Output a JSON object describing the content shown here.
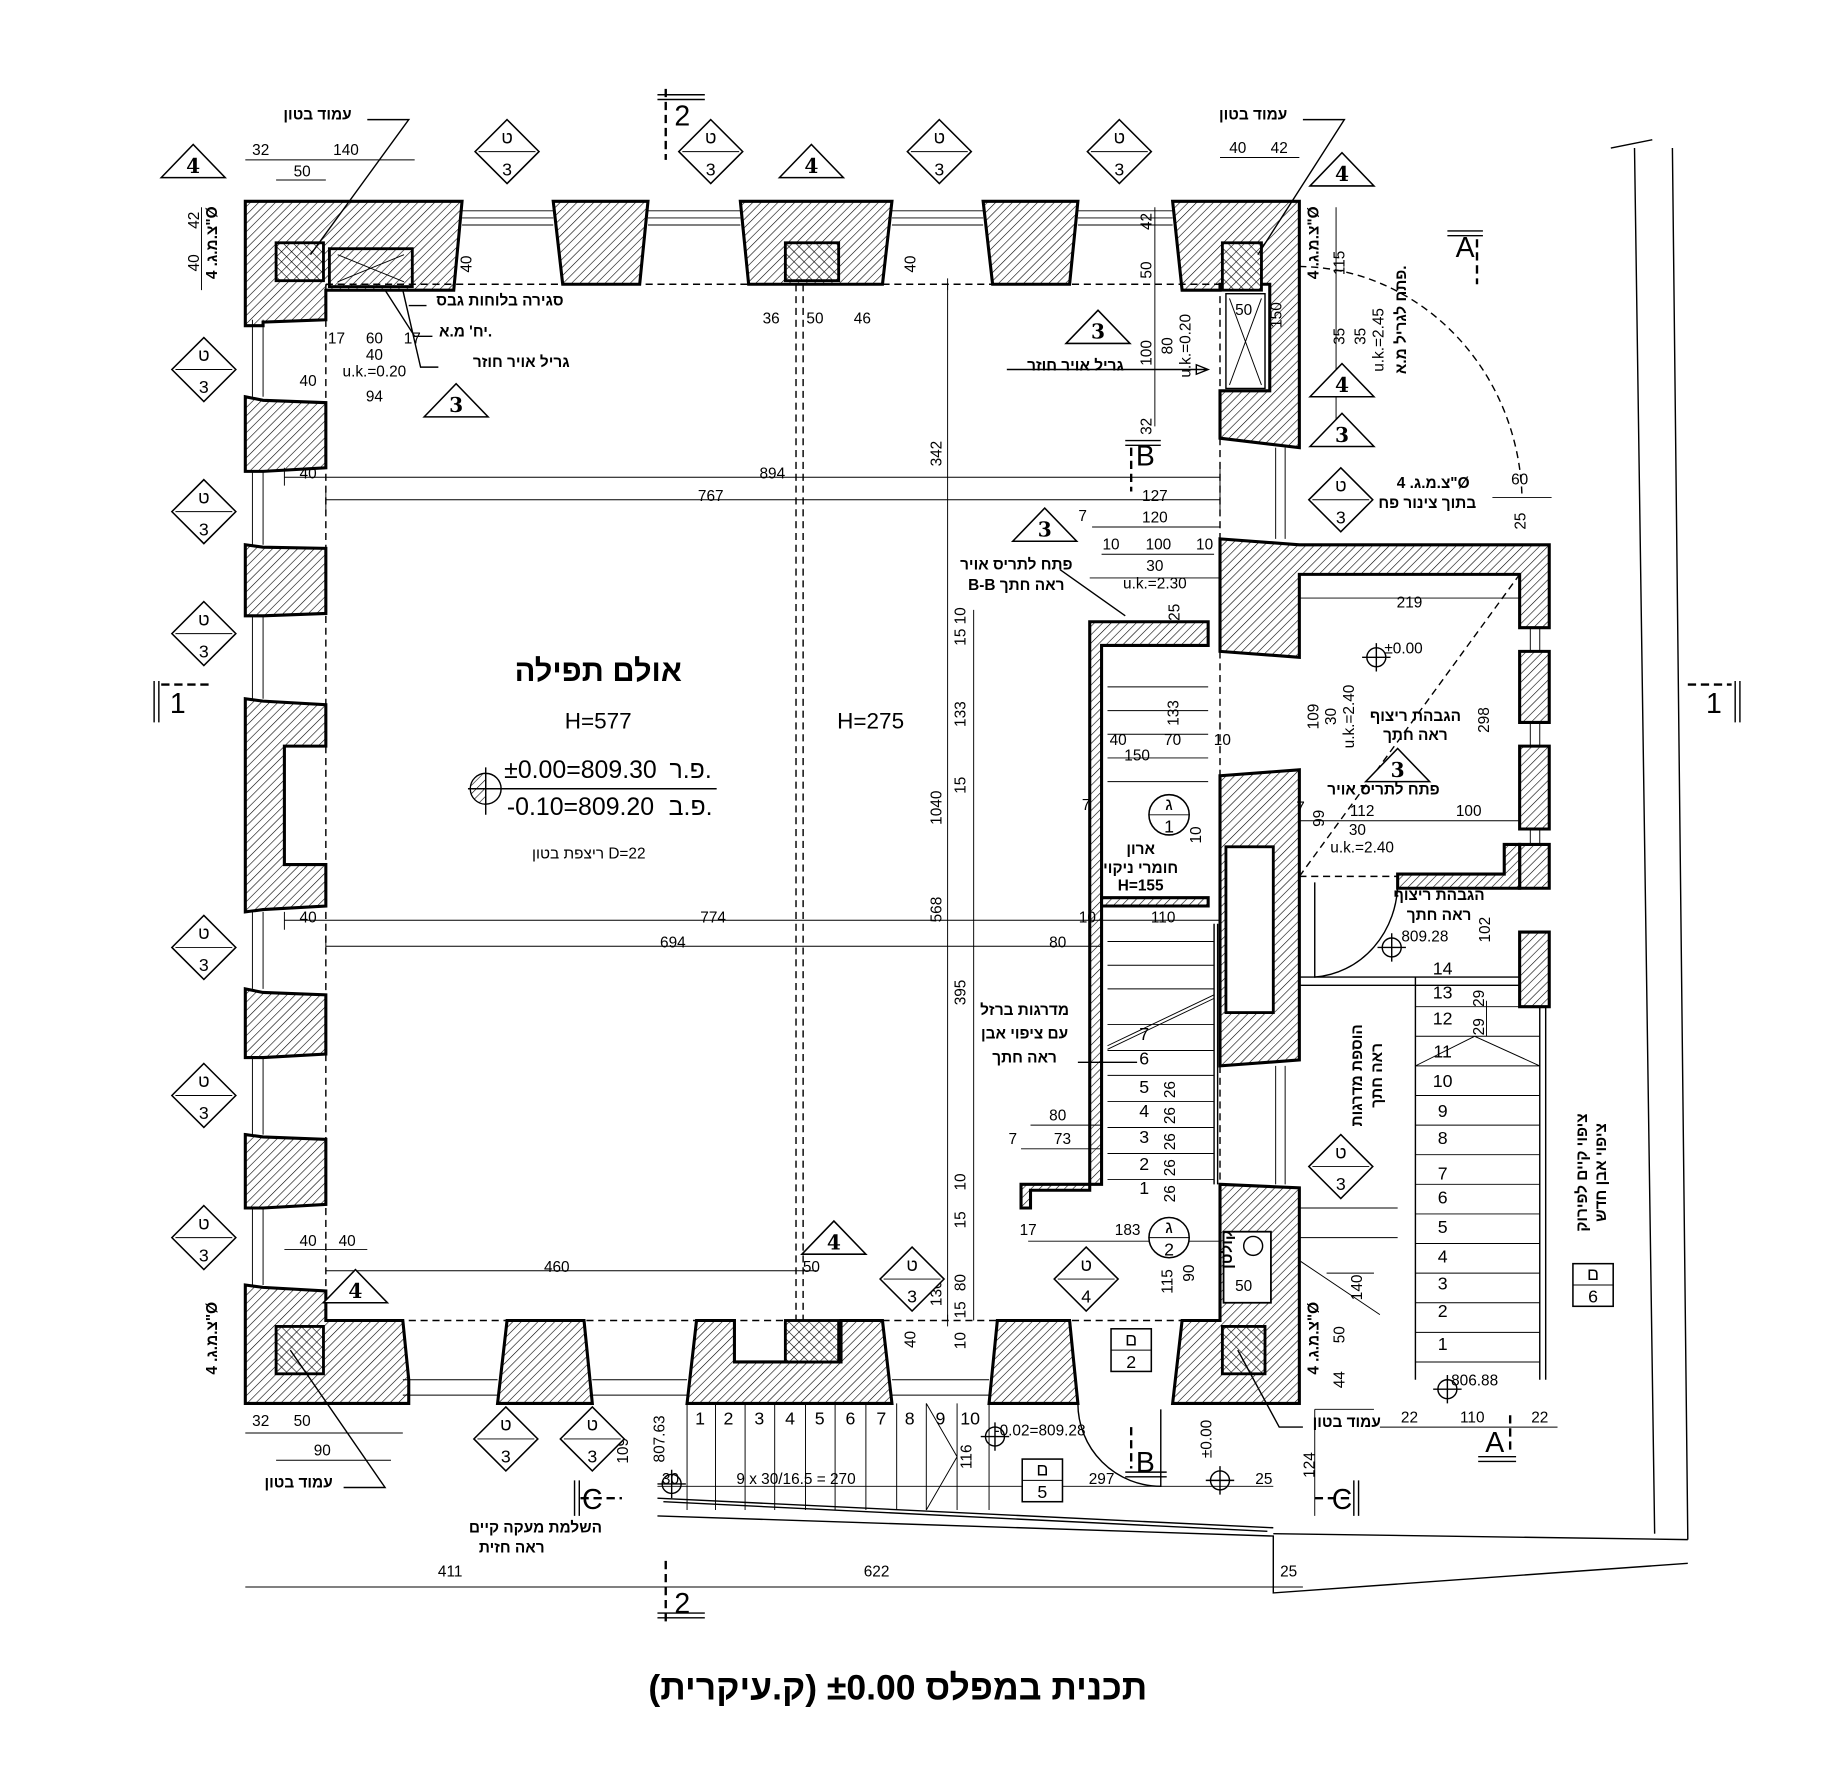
{
  "drawing_title": "תכנית  במפלס ±0.00 (ק.עיקרית)",
  "room": {
    "name": "אולם תפילה",
    "height": "H=577",
    "finish_level_label": "פ.ר.",
    "finish_level": "±0.00=809.30",
    "structure_level_label": "פ.ב.",
    "structure_level": "-0.10=809.20",
    "floor_type": "ריצפת בטון D=22",
    "beam_height": "H=275"
  },
  "dimensions": [
    "32",
    "140",
    "50",
    "42",
    "40",
    "40",
    "42",
    "17",
    "60",
    "17",
    "40",
    "u.k.=0.20",
    "40",
    "94",
    "40",
    "36",
    "50",
    "46",
    "40",
    "42",
    "50",
    "100",
    "80",
    "u.k.=0.20",
    "32",
    "50",
    "150",
    "115",
    "35",
    "35",
    "u.k.=2.45",
    "342",
    "1040",
    "568",
    "395",
    "133",
    "15",
    "10",
    "15",
    "10",
    "15",
    "130",
    "80",
    "15",
    "10",
    "40",
    "40",
    "894",
    "767",
    "127",
    "120",
    "7",
    "10",
    "100",
    "10",
    "30",
    "u.k.=2.30",
    "40",
    "774",
    "694",
    "80",
    "10",
    "110",
    "40",
    "40",
    "460",
    "50",
    "183",
    "17",
    "115",
    "90",
    "50",
    "140",
    "50",
    "44",
    "40",
    "70",
    "150",
    "10",
    "133",
    "25",
    "10",
    "7",
    "80",
    "73",
    "7",
    "26",
    "26",
    "26",
    "26",
    "26",
    "219",
    "298",
    "109",
    "30",
    "u.k.=2.40",
    "112",
    "100",
    "7",
    "99",
    "30",
    "u.k.=2.40",
    "102",
    "29",
    "29",
    "60",
    "25",
    "22",
    "110",
    "22",
    "32",
    "50",
    "90",
    "109",
    "30",
    "9 x 30/16.5 = 270",
    "116",
    "297",
    "25",
    "124",
    "411",
    "622",
    "25"
  ],
  "levels": [
    "±0.00",
    "809.28",
    "806.88",
    "-0.02=809.28",
    "807.63",
    "±0.00"
  ],
  "notes": [
    "עמוד בטון",
    "עמוד בטון",
    "עמוד בטון",
    "עמוד בטון",
    "סגירה בלוחות גבס",
    "יח' מ.א.",
    "גריל אויר חוזר",
    "גריל אויר חוזר",
    "פתח לתריס אויר",
    "B-B ראה חתך",
    "ארון",
    "חומרי ניקוי",
    "H=155",
    "מדרגות ברזל",
    "עם ציפוי אבן",
    "ראה חתך",
    "הגבהת ריצוף",
    "ראה חתך",
    "פתח לתריס אויר",
    "הגבהת ריצוף",
    "ראה חתך",
    "הוספת מדרגות",
    "ראה חתך",
    "ציפוי קיים לפירוק",
    "ציפוי אבן חדש",
    "צ.מ.ג. 4\"Ø",
    "בתוך צינור פח",
    "צ.מ.ג. 4\"Ø",
    "צ.מ.ג. 4\"Ø",
    "צ.מ.ג. 4\"Ø",
    "צ.מ.ג. 4\"Ø",
    "פתח לגריל מ.א.",
    "קולטן",
    "השלמת מעקה קיים",
    "ראה חזית"
  ],
  "stairs": {
    "core_steps": [
      "1",
      "2",
      "3",
      "4",
      "5",
      "6",
      "7"
    ],
    "side_steps": [
      "1",
      "2",
      "3",
      "4",
      "5",
      "6",
      "7",
      "8",
      "9",
      "10",
      "11",
      "12",
      "13",
      "14"
    ],
    "entrance_steps": [
      "1",
      "2",
      "3",
      "4",
      "5",
      "6",
      "7",
      "8",
      "9",
      "10"
    ]
  },
  "tags": {
    "triangles": [
      "4",
      "4",
      "4",
      "4",
      "4",
      "4",
      "3",
      "3",
      "3",
      "3",
      "3"
    ],
    "diamonds": [
      {
        "top": "ט",
        "bottom": "3"
      },
      {
        "top": "ט",
        "bottom": "3"
      },
      {
        "top": "ט",
        "bottom": "3"
      },
      {
        "top": "ט",
        "bottom": "3"
      },
      {
        "top": "ט",
        "bottom": "3"
      },
      {
        "top": "ט",
        "bottom": "3"
      },
      {
        "top": "ט",
        "bottom": "3"
      },
      {
        "top": "ט",
        "bottom": "3"
      },
      {
        "top": "ט",
        "bottom": "3"
      },
      {
        "top": "ט",
        "bottom": "3"
      },
      {
        "top": "ט",
        "bottom": "3"
      },
      {
        "top": "ט",
        "bottom": "3"
      },
      {
        "top": "ט",
        "bottom": "3"
      },
      {
        "top": "ט",
        "bottom": "3"
      },
      {
        "top": "ט",
        "bottom": "3"
      },
      {
        "top": "ט",
        "bottom": "4"
      }
    ],
    "boxes": [
      {
        "top": "ם",
        "bottom": "2"
      },
      {
        "top": "ם",
        "bottom": "5"
      },
      {
        "top": "ם",
        "bottom": "6"
      }
    ],
    "doors": [
      {
        "top": "ג",
        "bottom": "1"
      },
      {
        "top": "ג",
        "bottom": "2"
      }
    ]
  },
  "axes": [
    "1",
    "1",
    "2",
    "2",
    "A",
    "A",
    "B",
    "B",
    "C",
    "C"
  ]
}
